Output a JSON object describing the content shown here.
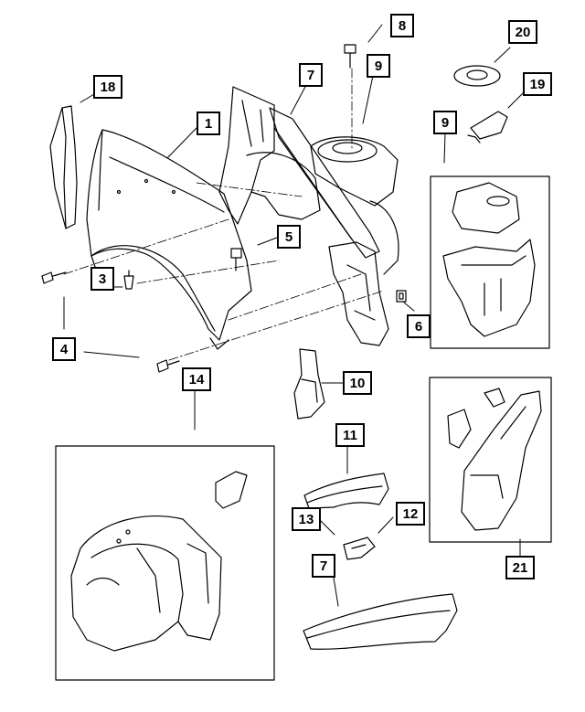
{
  "callouts": [
    {
      "id": "c1",
      "label": "1"
    },
    {
      "id": "c3",
      "label": "3"
    },
    {
      "id": "c4",
      "label": "4"
    },
    {
      "id": "c5",
      "label": "5"
    },
    {
      "id": "c6",
      "label": "6"
    },
    {
      "id": "c7a",
      "label": "7"
    },
    {
      "id": "c7b",
      "label": "7"
    },
    {
      "id": "c8",
      "label": "8"
    },
    {
      "id": "c9a",
      "label": "9"
    },
    {
      "id": "c9b",
      "label": "9"
    },
    {
      "id": "c10",
      "label": "10"
    },
    {
      "id": "c11",
      "label": "11"
    },
    {
      "id": "c12",
      "label": "12"
    },
    {
      "id": "c13",
      "label": "13"
    },
    {
      "id": "c14",
      "label": "14"
    },
    {
      "id": "c18",
      "label": "18"
    },
    {
      "id": "c19",
      "label": "19"
    },
    {
      "id": "c20",
      "label": "20"
    },
    {
      "id": "c21",
      "label": "21"
    }
  ]
}
